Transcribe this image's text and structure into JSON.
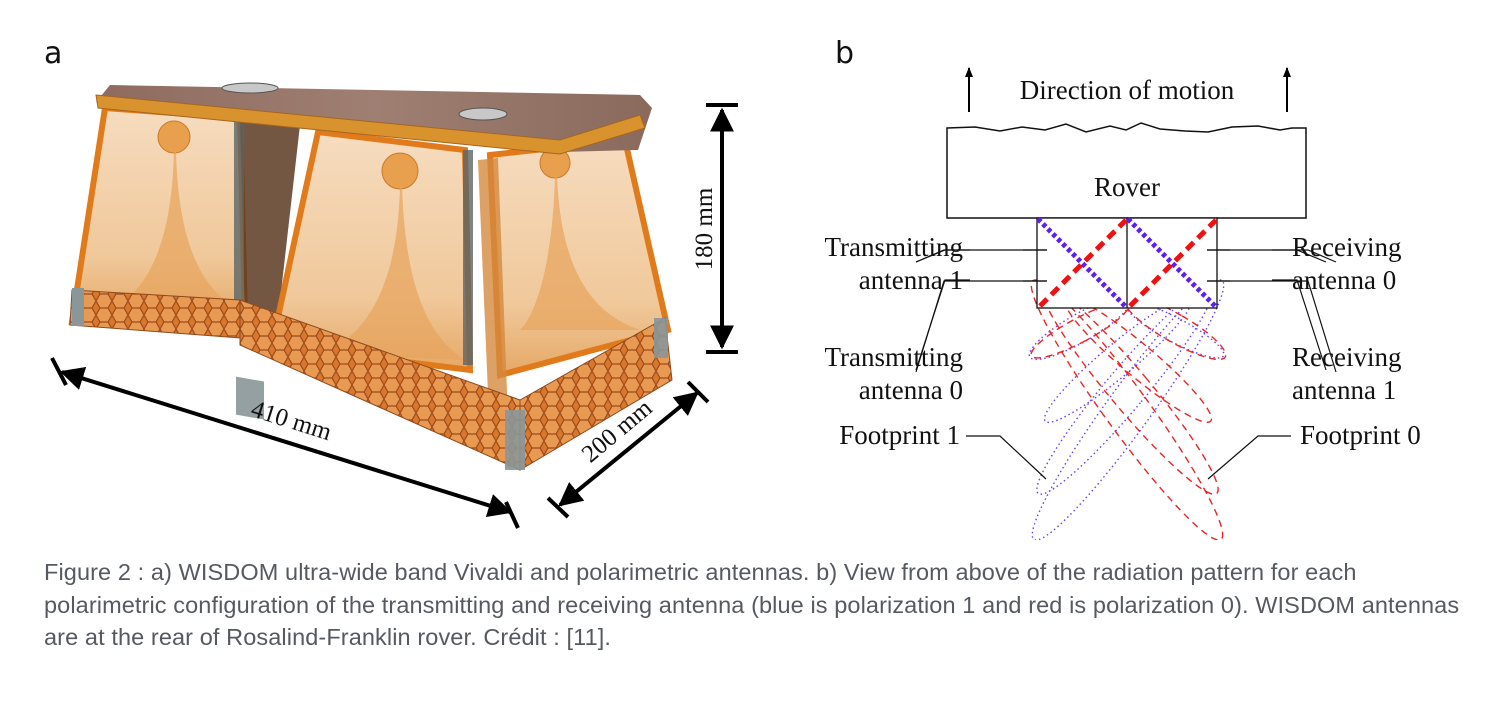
{
  "panel_a": {
    "label": "a",
    "subject": "WISDOM Vivaldi antenna assembly photo",
    "dimensions": {
      "height": "180 mm",
      "length": "410 mm",
      "depth": "200 mm"
    }
  },
  "panel_b": {
    "label": "b",
    "direction_label": "Direction of motion",
    "rover_label": "Rover",
    "labels": {
      "tx1_line1": "Transmitting",
      "tx1_line2": "antenna 1",
      "tx0_line1": "Transmitting",
      "tx0_line2": "antenna 0",
      "rx0_line1": "Receiving",
      "rx0_line2": "antenna 0",
      "rx1_line1": "Receiving",
      "rx1_line2": "antenna 1",
      "footprint1": "Footprint 1",
      "footprint0": "Footprint 0"
    },
    "colors": {
      "polarization_1": "#5b1ff0",
      "polarization_0": "#ee1111",
      "line": "#111111"
    }
  },
  "caption": {
    "text": "Figure 2 : a) WISDOM ultra-wide band Vivaldi and polarimetric antennas. b) View from above of the radiation pattern for each polarimetric configuration of the transmitting and receiving antenna (blue is polarization 1 and red is polarization 0). WISDOM antennas are at the rear of Rosalind-Franklin rover. Crédit : [11]."
  }
}
